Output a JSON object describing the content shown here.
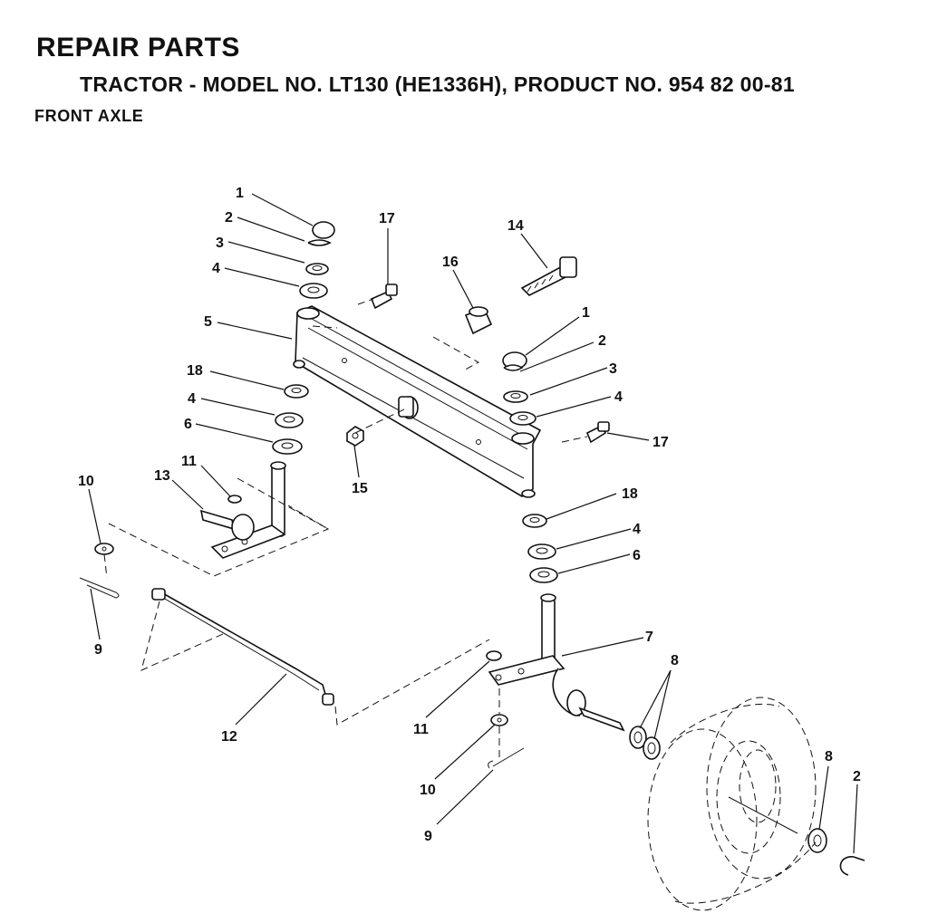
{
  "header": {
    "title": "REPAIR PARTS",
    "subtitle": "TRACTOR - MODEL NO. LT130 (HE1336H), PRODUCT NO. 954 82 00-81",
    "section": "FRONT AXLE"
  },
  "callouts": [
    {
      "id": "c1",
      "num": "1"
    },
    {
      "id": "c2",
      "num": "2"
    },
    {
      "id": "c3",
      "num": "3"
    },
    {
      "id": "c4",
      "num": "4"
    },
    {
      "id": "c5",
      "num": "5"
    },
    {
      "id": "c18",
      "num": "18"
    },
    {
      "id": "c4b",
      "num": "4"
    },
    {
      "id": "c6",
      "num": "6"
    },
    {
      "id": "c17",
      "num": "17"
    },
    {
      "id": "c16",
      "num": "16"
    },
    {
      "id": "c14",
      "num": "14"
    },
    {
      "id": "c1b",
      "num": "1"
    },
    {
      "id": "c2b",
      "num": "2"
    },
    {
      "id": "c3b",
      "num": "3"
    },
    {
      "id": "c4c",
      "num": "4"
    },
    {
      "id": "c17b",
      "num": "17"
    },
    {
      "id": "c15",
      "num": "15"
    },
    {
      "id": "c18b",
      "num": "18"
    },
    {
      "id": "c4d",
      "num": "4"
    },
    {
      "id": "c6b",
      "num": "6"
    },
    {
      "id": "c10",
      "num": "10"
    },
    {
      "id": "c13",
      "num": "13"
    },
    {
      "id": "c11",
      "num": "11"
    },
    {
      "id": "c9",
      "num": "9"
    },
    {
      "id": "c12",
      "num": "12"
    },
    {
      "id": "c7",
      "num": "7"
    },
    {
      "id": "c8",
      "num": "8"
    },
    {
      "id": "c11b",
      "num": "11"
    },
    {
      "id": "c10b",
      "num": "10"
    },
    {
      "id": "c9b",
      "num": "9"
    },
    {
      "id": "c8b",
      "num": "8"
    },
    {
      "id": "c2c",
      "num": "2"
    }
  ]
}
